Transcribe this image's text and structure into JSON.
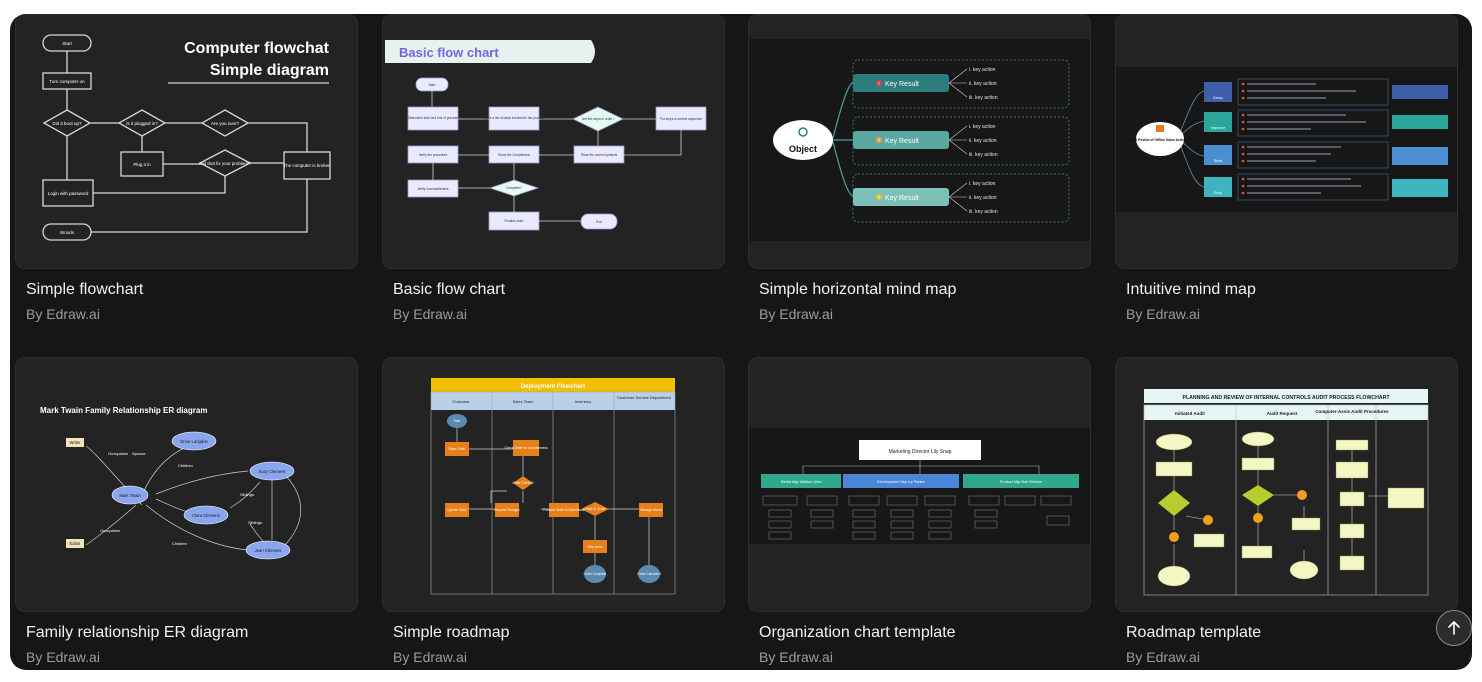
{
  "cards": [
    {
      "title": "Simple flowchart",
      "author": "By Edraw.ai",
      "thumb": {
        "heading_line1": "Computer flowchat",
        "heading_line2": "Simple diagram",
        "nodes": [
          "Start",
          "Turn computer on",
          "Did it boot up?",
          "Is it plugged in?",
          "Are you sure?",
          "Plug it in",
          "Did that fix your problem?",
          "The computer is broken",
          "Login with password",
          "Woods"
        ]
      }
    },
    {
      "title": "Basic flow chart",
      "author": "By Edraw.ai",
      "thumb": {
        "heading": "Basic flow chart",
        "nodes": [
          "Start",
          "Determine start and end of process",
          "Make a list of steps involved in the process",
          "Are the steps in order?",
          "Put steps in correct sequence",
          "Verify the procedure",
          "Show the Completions",
          "Show the correct symbols",
          "Verify incompleteness",
          "Complete?",
          "Finalize chart",
          "End"
        ]
      }
    },
    {
      "title": "Simple horizontal mind map",
      "author": "By Edraw.ai",
      "thumb": {
        "center": "Object",
        "branch_label": "Key Result",
        "branches": [
          "1",
          "2",
          "3"
        ],
        "actions": [
          "i. key action",
          "ii. key action",
          "iii. key action"
        ]
      }
    },
    {
      "title": "Intuitive mind map",
      "author": "By Edraw.ai",
      "thumb": {
        "center": "KISS Review of Offline Salon Activities",
        "branches": [
          "Keep",
          "Improve",
          "Start",
          "Stop"
        ]
      }
    },
    {
      "title": "Family relationship ER diagram",
      "author": "By Edraw.ai",
      "thumb": {
        "heading": "Mark Twain Family Relationship ER diagram",
        "entities": [
          "Writer",
          "Orion Langdon",
          "Mark Twain",
          "Suzy Clemens",
          "Clara Clemens",
          "Jean Clemens",
          "Editor"
        ],
        "relations": [
          "Occupation",
          "Spouse",
          "Children",
          "Siblings",
          "Siblings",
          "Occupation",
          "Children"
        ]
      }
    },
    {
      "title": "Simple roadmap",
      "author": "By Edraw.ai",
      "thumb": {
        "heading": "Deployment Flowchart",
        "lanes": [
          "Customer",
          "Sales Team",
          "Inventory",
          "Customer Service Department"
        ],
        "nodes": [
          "Start",
          "Place Order",
          "Check Order for completeness",
          "Order Correct?",
          "Update Order",
          "Request Changes",
          "Forward Order to Warehouse",
          "Stock in Stock",
          "Manage refund",
          "Ship Items",
          "Order Complete",
          "Order Cancelled"
        ]
      }
    },
    {
      "title": "Organization chart template",
      "author": "By Edraw.ai",
      "thumb": {
        "top": "Marketing Director Lily Snap",
        "departments": [
          "Media Mgr William Johe",
          "Development Mgr Ivy Parker",
          "Product Mgr Bob Weston"
        ]
      }
    },
    {
      "title": "Roadmap template",
      "author": "By Edraw.ai",
      "thumb": {
        "heading": "PLANNING AND REVIEW OF INTERNAL CONTROLS AUDIT PROCESS FLOWCHART",
        "columns": [
          "Initiated Audit",
          "Audit Request",
          "Computer-Assis Audit Procedures"
        ]
      }
    }
  ],
  "icons": {
    "scroll_top": "arrow-up-icon"
  }
}
